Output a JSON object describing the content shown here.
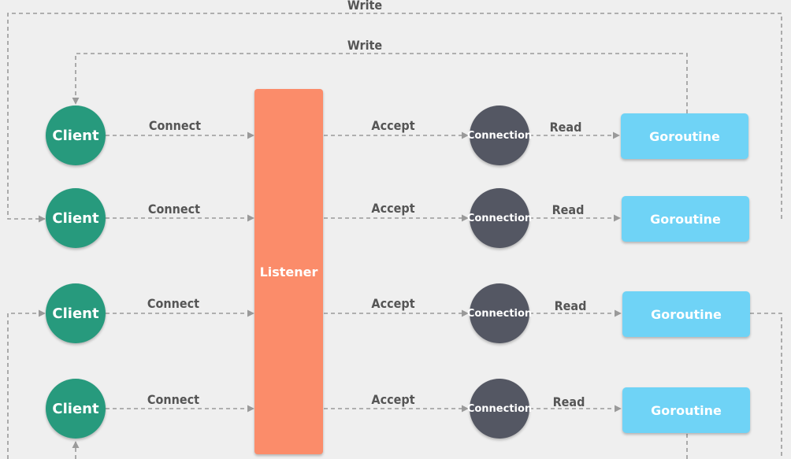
{
  "nodes": {
    "clients": [
      "Client",
      "Client",
      "Client",
      "Client"
    ],
    "listener": "Listener",
    "connections": [
      "Connection",
      "Connection",
      "Connection",
      "Connection"
    ],
    "goroutines": [
      "Goroutine",
      "Goroutine",
      "Goroutine",
      "Goroutine"
    ]
  },
  "edges": {
    "connect": [
      "Connect",
      "Connect",
      "Connect",
      "Connect"
    ],
    "accept": [
      "Accept",
      "Accept",
      "Accept",
      "Accept"
    ],
    "read": [
      "Read",
      "Read",
      "Read",
      "Read"
    ],
    "write": [
      "Write",
      "Write"
    ]
  },
  "colors": {
    "client": "#279a7d",
    "listener": "#fb8c6a",
    "connection": "#545763",
    "goroutine": "#6fd3f6",
    "wire": "#9a9a9a",
    "label": "#555555",
    "background": "#efefef"
  }
}
